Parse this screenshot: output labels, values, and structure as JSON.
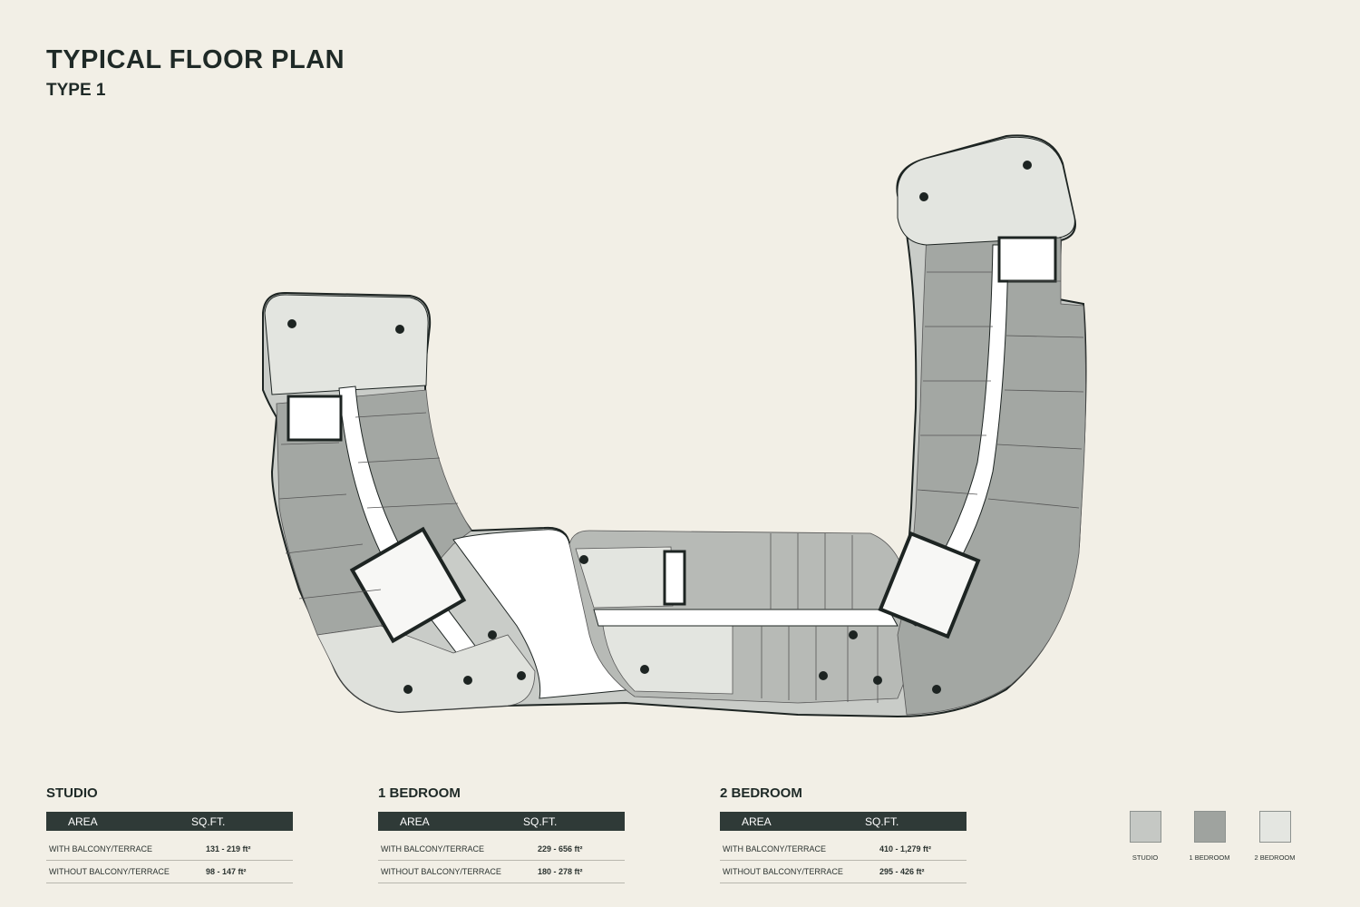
{
  "header": {
    "title": "TYPICAL FLOOR PLAN",
    "subtitle": "TYPE 1"
  },
  "tables": [
    {
      "name": "STUDIO",
      "col_area": "AREA",
      "col_sqft": "SQ.FT.",
      "rows": [
        {
          "label": "WITH  BALCONY/TERRACE",
          "value": "131 - 219 ft²"
        },
        {
          "label": "WITHOUT  BALCONY/TERRACE",
          "value": "98 - 147 ft²"
        }
      ]
    },
    {
      "name": "1 BEDROOM",
      "col_area": "AREA",
      "col_sqft": "SQ.FT.",
      "rows": [
        {
          "label": "WITH  BALCONY/TERRACE",
          "value": "229 - 656 ft²"
        },
        {
          "label": "WITHOUT  BALCONY/TERRACE",
          "value": "180 - 278 ft²"
        }
      ]
    },
    {
      "name": "2 BEDROOM",
      "col_area": "AREA",
      "col_sqft": "SQ.FT.",
      "rows": [
        {
          "label": "WITH  BALCONY/TERRACE",
          "value": "410 - 1,279 ft²"
        },
        {
          "label": "WITHOUT  BALCONY/TERRACE",
          "value": "295 - 426 ft²"
        }
      ]
    }
  ],
  "legend": [
    {
      "label": "STUDIO",
      "color": "#c5c8c4"
    },
    {
      "label": "1 BEDROOM",
      "color": "#9fa39f"
    },
    {
      "label": "2 BEDROOM",
      "color": "#e4e6e1"
    }
  ],
  "colors": {
    "background": "#f2efe6",
    "table_header": "#2f3a37",
    "corridor": "#ffffff",
    "wall": "#1d2422"
  }
}
